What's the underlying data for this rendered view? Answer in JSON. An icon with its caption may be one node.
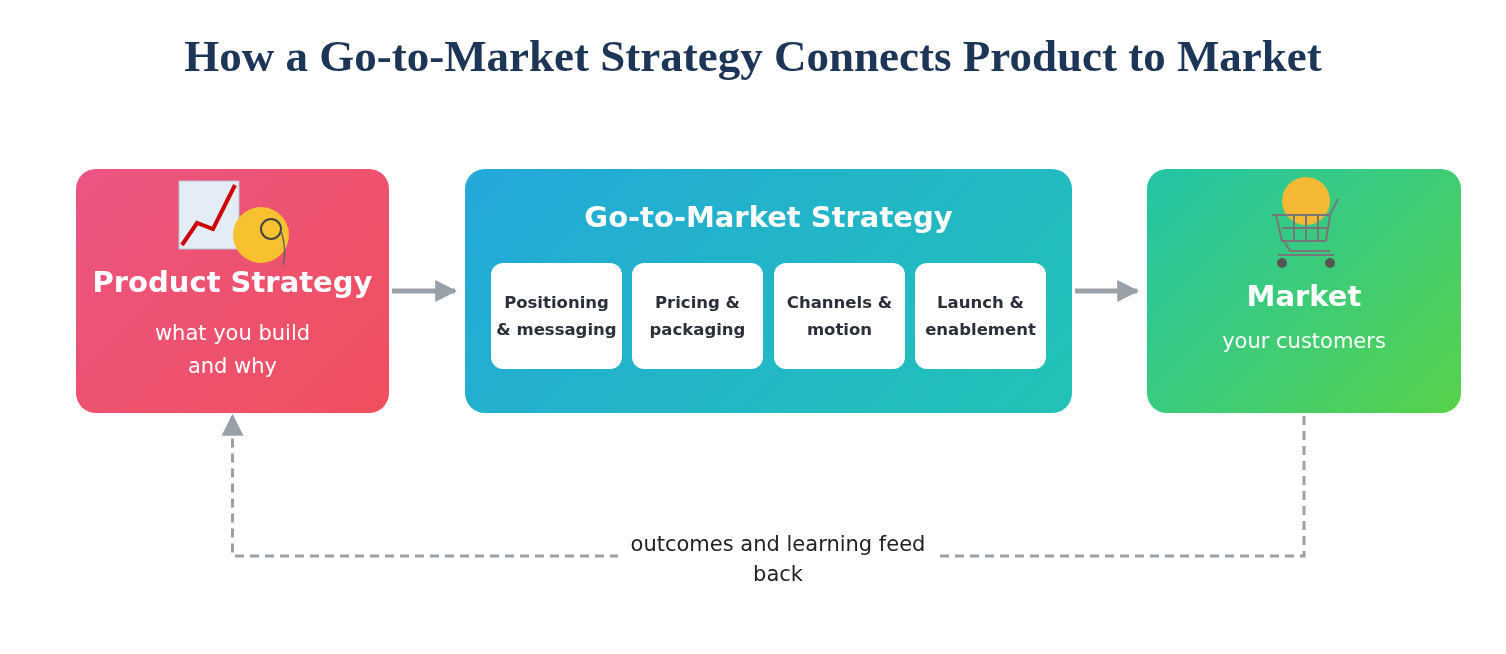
{
  "diagram": {
    "title": "How a Go-to-Market Strategy Connects Product to Market",
    "nodes": [
      {
        "text": [
          "Product Strategy",
          "what you build and why"
        ]
      },
      {
        "text": [
          "Go-to-Market Strategy"
        ]
      },
      {
        "text": [
          "Positioning & messaging"
        ],
        "in": 1
      },
      {
        "text": [
          "Pricing & packaging"
        ],
        "in": 1
      },
      {
        "text": [
          "Channels & motion"
        ],
        "in": 1
      },
      {
        "text": [
          "Launch & enablement"
        ],
        "in": 1
      },
      {
        "text": [
          "Market",
          "your customers"
        ]
      }
    ],
    "edges": [
      {
        "from": 0,
        "to": 1,
        "arrow": "to"
      },
      {
        "from": 1,
        "to": 6,
        "arrow": "to"
      },
      {
        "from": 6,
        "to": 0,
        "arrow": "to",
        "style": "dashed",
        "label": "outcomes and learning feed back"
      }
    ]
  }
}
